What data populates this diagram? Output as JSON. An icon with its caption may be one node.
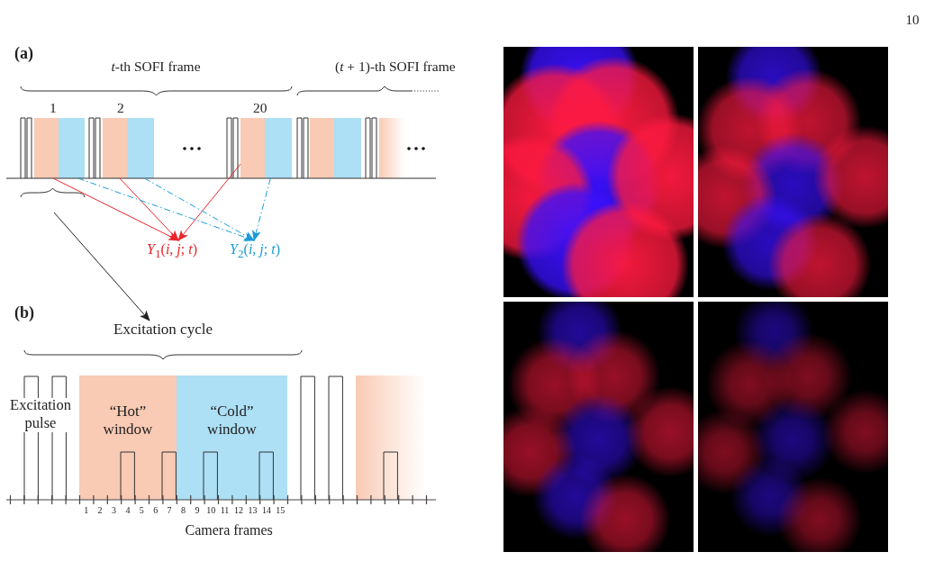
{
  "diagram": {
    "nodes": [
      {
        "text": [],
        "shape": "bar"
      },
      {
        "text": [],
        "shape": "bar"
      },
      {
        "text": [],
        "shape": "bar"
      },
      {
        "text": [],
        "shape": "bar"
      },
      {
        "text": [],
        "shape": "bar"
      },
      {
        "text": [],
        "shape": "bar"
      },
      {
        "text": [
          "*Y*$_{1}$(*i*, *j*; *t*)"
        ]
      },
      {
        "text": [
          "*Y*$_{2}$(*i*, *j*; *t*)"
        ]
      },
      {
        "text": [
          "Excitation cycle"
        ]
      },
      {
        "text": [
          "“Hot” window"
        ]
      },
      {
        "text": [
          "“Cold” window"
        ]
      },
      {
        "text": [],
        "shape": "bar"
      },
      {
        "text": [],
        "shape": "bar"
      },
      {
        "text": [],
        "shape": "bar"
      },
      {
        "text": [],
        "shape": "bar"
      }
    ],
    "edges": [
      {
        "from": 0,
        "to": 6,
        "arrow": "to",
        "color": "#e8262c"
      },
      {
        "from": 2,
        "to": 6,
        "arrow": "to",
        "color": "#e8262c"
      },
      {
        "from": 4,
        "to": 6,
        "arrow": "to",
        "color": "#e8262c"
      },
      {
        "from": 1,
        "to": 7,
        "arrow": "to",
        "style": "dashed",
        "color": "#1b9bd7"
      },
      {
        "from": 3,
        "to": 7,
        "arrow": "to",
        "style": "dashed",
        "color": "#1b9bd7"
      },
      {
        "from": 5,
        "to": 7,
        "arrow": "to",
        "style": "dashed",
        "color": "#1b9bd7"
      },
      {
        "from": null,
        "to": 8,
        "arrow": "to",
        "color": "#222222"
      }
    ],
    "labels": [
      "10",
      "(a)",
      "*t*-th SOFI frame",
      "(*t* + 1)-th SOFI frame",
      "1",
      "2",
      "20",
      "(b)",
      "Excitation pulse",
      "1",
      "2",
      "3",
      "4",
      "5",
      "6",
      "7",
      "8",
      "9",
      "10",
      "11",
      "12",
      "13",
      "14",
      "15",
      "Camera frames"
    ]
  }
}
